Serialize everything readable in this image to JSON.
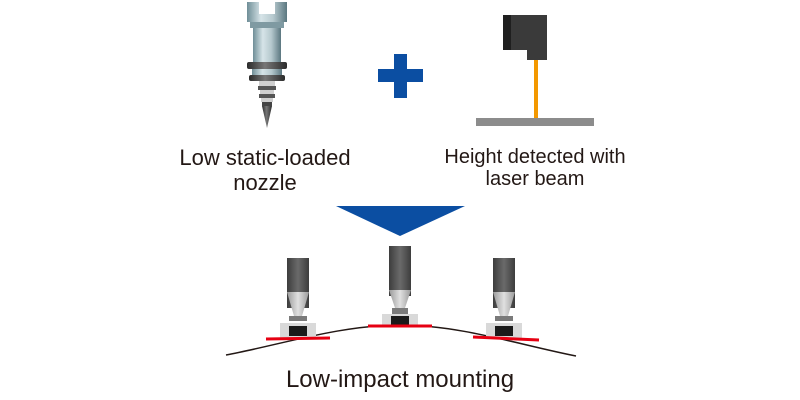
{
  "labels": {
    "nozzle_line1": "Low static-loaded",
    "nozzle_line2": "nozzle",
    "laser_line1": "Height detected with",
    "laser_line2": "laser beam",
    "result": "Low-impact mounting"
  },
  "colors": {
    "accent_blue": "#0b4ea2",
    "laser_orange": "#f39800",
    "component_red": "#e60012",
    "dark_gray": "#555555",
    "text": "#231815"
  },
  "icons": [
    "nozzle-icon",
    "plus-icon",
    "laser-sensor-icon",
    "down-arrow-icon",
    "mounting-nozzle-icon"
  ]
}
